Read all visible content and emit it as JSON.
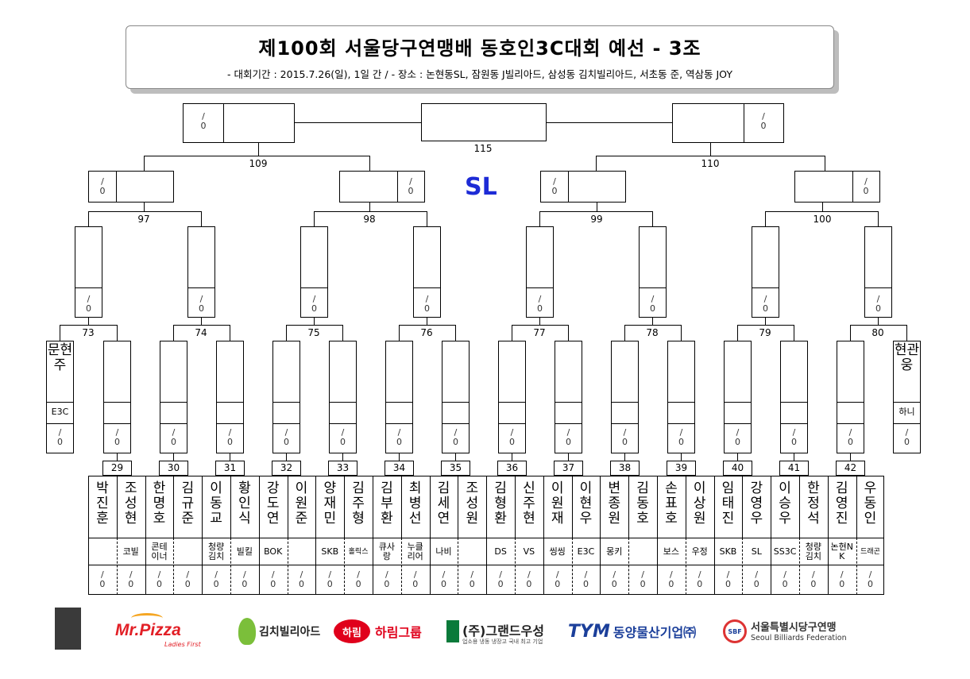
{
  "header": {
    "title": "제100회 서울당구연맹배 동호인3C대회 예선 - 3조",
    "subtitle": "- 대회기간 : 2015.7.26(일), 1일 간 / - 장소 : 논현동SL, 잠원동 J빌리아드, 삼성동 김치빌리아드, 서초동 준, 역삼동 JOY"
  },
  "venue_label": "SL",
  "score_top": "/",
  "score_bottom": "0",
  "final_match": "115",
  "semi_matches": [
    "109",
    "110"
  ],
  "quarter_matches": [
    "97",
    "98",
    "99",
    "100"
  ],
  "r16_matches": [
    "73",
    "74",
    "75",
    "76",
    "77",
    "78",
    "79",
    "80"
  ],
  "byes": [
    {
      "name": "문현주",
      "affiliation": "E3C"
    },
    {
      "name": "현관웅",
      "affiliation": "하니"
    }
  ],
  "first_round": [
    {
      "match": "29",
      "players": [
        {
          "name": "박진훈",
          "aff": ""
        },
        {
          "name": "조성현",
          "aff": "코빌"
        }
      ]
    },
    {
      "match": "30",
      "players": [
        {
          "name": "한명호",
          "aff": "콘테이너"
        },
        {
          "name": "김규준",
          "aff": ""
        }
      ]
    },
    {
      "match": "31",
      "players": [
        {
          "name": "이동교",
          "aff": "청량김치"
        },
        {
          "name": "황인식",
          "aff": "빌킬"
        }
      ]
    },
    {
      "match": "32",
      "players": [
        {
          "name": "강도연",
          "aff": "BOK"
        },
        {
          "name": "이원준",
          "aff": ""
        }
      ]
    },
    {
      "match": "33",
      "players": [
        {
          "name": "양재민",
          "aff": "SKB"
        },
        {
          "name": "김주형",
          "aff": "홀릭스"
        }
      ]
    },
    {
      "match": "34",
      "players": [
        {
          "name": "김부환",
          "aff": "큐사랑"
        },
        {
          "name": "최병선",
          "aff": "누클리어"
        }
      ]
    },
    {
      "match": "35",
      "players": [
        {
          "name": "김세연",
          "aff": "나비"
        },
        {
          "name": "조성원",
          "aff": ""
        }
      ]
    },
    {
      "match": "36",
      "players": [
        {
          "name": "김형환",
          "aff": "DS"
        },
        {
          "name": "신주현",
          "aff": "VS"
        }
      ]
    },
    {
      "match": "37",
      "players": [
        {
          "name": "이원재",
          "aff": "씽씽"
        },
        {
          "name": "이현우",
          "aff": "E3C"
        }
      ]
    },
    {
      "match": "38",
      "players": [
        {
          "name": "변종원",
          "aff": "몽키"
        },
        {
          "name": "김동호",
          "aff": ""
        }
      ]
    },
    {
      "match": "39",
      "players": [
        {
          "name": "손표호",
          "aff": "보스"
        },
        {
          "name": "이상원",
          "aff": "우정"
        }
      ]
    },
    {
      "match": "40",
      "players": [
        {
          "name": "임태진",
          "aff": "SKB"
        },
        {
          "name": "강영우",
          "aff": "SL"
        }
      ]
    },
    {
      "match": "41",
      "players": [
        {
          "name": "이승우",
          "aff": "SS3C"
        },
        {
          "name": "한정석",
          "aff": "청량김치"
        }
      ]
    },
    {
      "match": "42",
      "players": [
        {
          "name": "김영진",
          "aff": "논현NK"
        },
        {
          "name": "우동인",
          "aff": "드래곤"
        }
      ]
    }
  ],
  "sponsors": [
    {
      "name": "Mr.Pizza",
      "tagline": "Ladies First"
    },
    {
      "name": "김치빌리아드"
    },
    {
      "name": "하림그룹",
      "mark": "하림"
    },
    {
      "name": "(주)그랜드우성",
      "tagline": "업소용 냉동 냉장고 국내 최고 기업"
    },
    {
      "name": "동양물산기업㈜",
      "mark": "TYM"
    },
    {
      "name": "서울특별시당구연맹",
      "tagline": "Seoul Billiards Federation",
      "mark": "SBF"
    }
  ],
  "colors": {
    "accent_blue": "#1d2bd6",
    "pizza_red": "#e21f26",
    "harim_red": "#e0001b",
    "tym_blue": "#1b3f9a",
    "woosung_green": "#0a7a3a"
  }
}
